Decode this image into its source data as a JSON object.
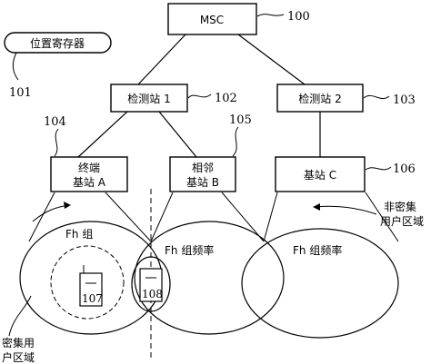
{
  "nodes": {
    "msc": {
      "label": "MSC",
      "ref": "100"
    },
    "location_register": {
      "label": "位置寄存器",
      "ref": "101"
    },
    "monitor_1": {
      "label": "检测站 1",
      "ref": "102"
    },
    "monitor_2": {
      "label": "检测站 2",
      "ref": "103"
    },
    "base_a": {
      "line1": "终端",
      "line2": "基站 A",
      "ref": "104"
    },
    "base_b": {
      "line1": "相邻",
      "line2": "基站 B",
      "ref": "105"
    },
    "base_c": {
      "label": "基站 C",
      "ref": "106"
    }
  },
  "regions": {
    "fh_group": "Fh  组",
    "fh_freq_left": "Fh 组频率",
    "fh_freq_right": "Fh 组频率",
    "dense_users": {
      "line1": "密集用",
      "line2": "户区域"
    },
    "non_dense_users": {
      "line1": "非密集",
      "line2": "用户区域"
    }
  },
  "terminals": {
    "t107": "107",
    "t108": "108"
  }
}
